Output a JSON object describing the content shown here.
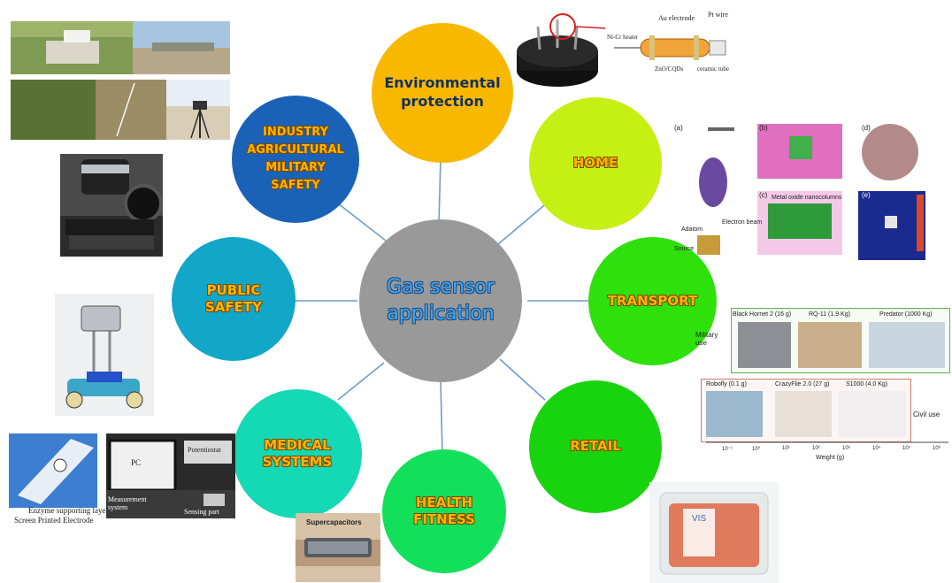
{
  "center": {
    "line1": "Gas sensor",
    "line2": "application"
  },
  "nodes": {
    "environmental": {
      "lines": [
        "Environmental",
        "protection"
      ],
      "color": "#f9b800",
      "text_color": "#12305c"
    },
    "home": {
      "lines": [
        "HOME"
      ],
      "color": "#c6ef13",
      "text_color": "#ffb300"
    },
    "transport": {
      "lines": [
        "TRANSPORT"
      ],
      "color": "#2ee10c",
      "text_color": "#ffb300"
    },
    "retail": {
      "lines": [
        "RETAIL"
      ],
      "color": "#18d40e",
      "text_color": "#ffb300"
    },
    "health": {
      "lines": [
        "HEALTH",
        "FITNESS"
      ],
      "color": "#13e05a",
      "text_color": "#ffb300"
    },
    "medical": {
      "lines": [
        "MEDICAL",
        "SYSTEMS"
      ],
      "color": "#15d8b4",
      "text_color": "#ffb300"
    },
    "public_safety": {
      "lines": [
        "PUBLIC",
        "SAFETY"
      ],
      "color": "#12a6c8",
      "text_color": "#ffb300"
    },
    "industry": {
      "lines": [
        "INDUSTRY",
        "AGRICULTURAL",
        "MILITARY",
        "SAFETY"
      ],
      "color": "#1a62b8",
      "text_color": "#ffb300"
    }
  },
  "colors": {
    "center": "#999999",
    "center_text": "#4aa3e8",
    "connector": "#6f9ccc"
  },
  "sensor_figure": {
    "labels": [
      "Au electrode",
      "Pt wire",
      "Ni-Cr heater",
      "ZnO/CQDs",
      "ceramic tube"
    ]
  },
  "home_figure": {
    "panel_labels": [
      "(a)",
      "(b)",
      "(c)",
      "(d)",
      "(e)"
    ],
    "labels": [
      "Adatom",
      "Source",
      "Electron beam",
      "Metal oxide nanocolumns"
    ]
  },
  "drone_figure": {
    "military_label": "Military use",
    "civil_label": "Civil use",
    "military": [
      "Black Hornet 2 (16 g)",
      "RQ-11 (1.9 Kg)",
      "Predator (1000 Kg)"
    ],
    "civil": [
      "Robofly (0.1 g)",
      "CrazyFlie 2.0 (27 g)",
      "S1000 (4.0 Kg)"
    ],
    "ticks": [
      "10⁻¹",
      "10⁰",
      "10¹",
      "10²",
      "10³",
      "10⁴",
      "10⁵",
      "10⁶"
    ],
    "xlabel": "Weight (g)"
  },
  "medical_figure": {
    "labels": [
      "PC",
      "Potentiostat",
      "Measurement system",
      "Sensing part",
      "Enzyme supporting layer",
      "Screen Printed Electrode"
    ]
  },
  "health_figure": {
    "label": "Supercapacitors"
  },
  "retail_figure": {
    "label": "VIS"
  }
}
